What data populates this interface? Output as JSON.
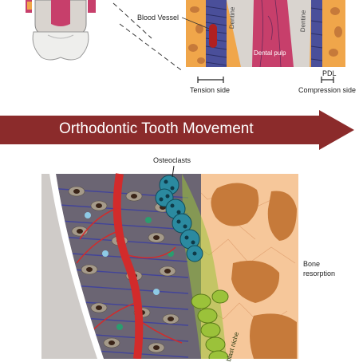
{
  "labels": {
    "blood_vessel": "Blood Vessel",
    "dentine_left": "Dentine",
    "dental_pulp": "Dental pulp",
    "dentine_right": "Dentine",
    "pdl": "PDL",
    "tension_side": "Tension side",
    "compression_side": "Compression side",
    "banner": "Orthodontic Tooth Movement",
    "osteoclasts": "Osteoclasts",
    "bone_resorption": "Bone\nresorption",
    "niche": "blast niche"
  },
  "colors": {
    "banner": "#8b2b2b",
    "pulp": "#c73f6b",
    "dentine": "#d9d4cf",
    "bone": "#f0a64a",
    "bone_pore": "#c67a3a",
    "pdl_fibers": "#4a4f9a",
    "osteoclast": "#2b8aa0",
    "osteoblast": "#9bc23a",
    "vessel": "#d22b2b",
    "resorption_bg": "#f6c79a"
  },
  "icons": [
    "tooth-illustration",
    "dashed-zoom-lines",
    "arrow-banner",
    "scale-bar"
  ]
}
